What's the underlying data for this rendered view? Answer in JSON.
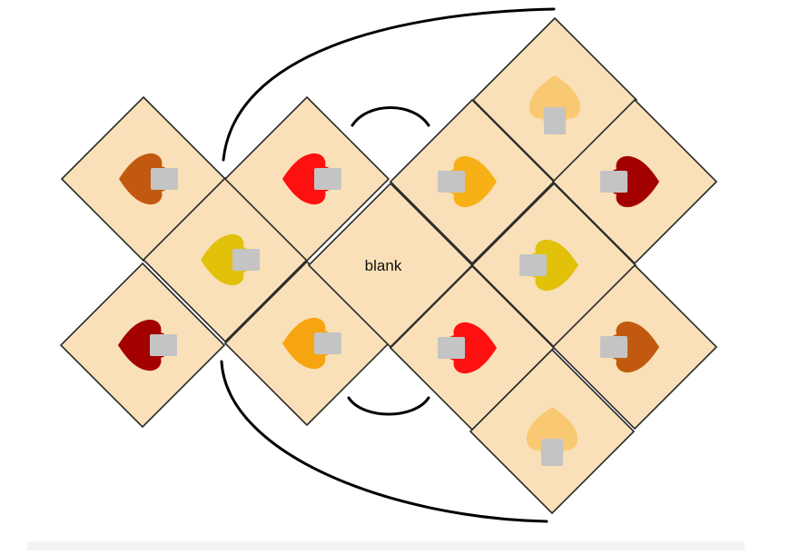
{
  "colors": {
    "tile_fill": "#F9E0B8",
    "tile_stroke": "#2a2a2a",
    "connector": "#000000",
    "tab_gray": "#c4c4c4",
    "orange_brown": "#C15A10",
    "red": "#FF1010",
    "gold_yellow": "#E1C10A",
    "dark_red": "#A30000",
    "orange": "#F7A411",
    "amber": "#F8B017",
    "light_peach": "#F9C872"
  },
  "tiles": [
    {
      "id": "t1",
      "heart": "orange_brown",
      "pointing": "left",
      "label": ""
    },
    {
      "id": "t2",
      "heart": "dark_red",
      "pointing": "left",
      "label": ""
    },
    {
      "id": "t3",
      "heart": "gold_yellow",
      "pointing": "left",
      "label": ""
    },
    {
      "id": "t4",
      "heart": "red",
      "pointing": "left",
      "label": ""
    },
    {
      "id": "t5",
      "heart": "orange",
      "pointing": "left",
      "label": ""
    },
    {
      "id": "t6",
      "heart": "",
      "pointing": "",
      "label": "blank"
    },
    {
      "id": "t7",
      "heart": "amber",
      "pointing": "right",
      "label": ""
    },
    {
      "id": "t8",
      "heart": "red",
      "pointing": "right",
      "label": ""
    },
    {
      "id": "t9",
      "heart": "light_peach",
      "pointing": "up",
      "label": ""
    },
    {
      "id": "t10",
      "heart": "gold_yellow",
      "pointing": "right",
      "label": ""
    },
    {
      "id": "t11",
      "heart": "light_peach",
      "pointing": "up",
      "label": ""
    },
    {
      "id": "t12",
      "heart": "dark_red",
      "pointing": "right",
      "label": ""
    },
    {
      "id": "t13",
      "heart": "orange_brown",
      "pointing": "right",
      "label": ""
    }
  ]
}
